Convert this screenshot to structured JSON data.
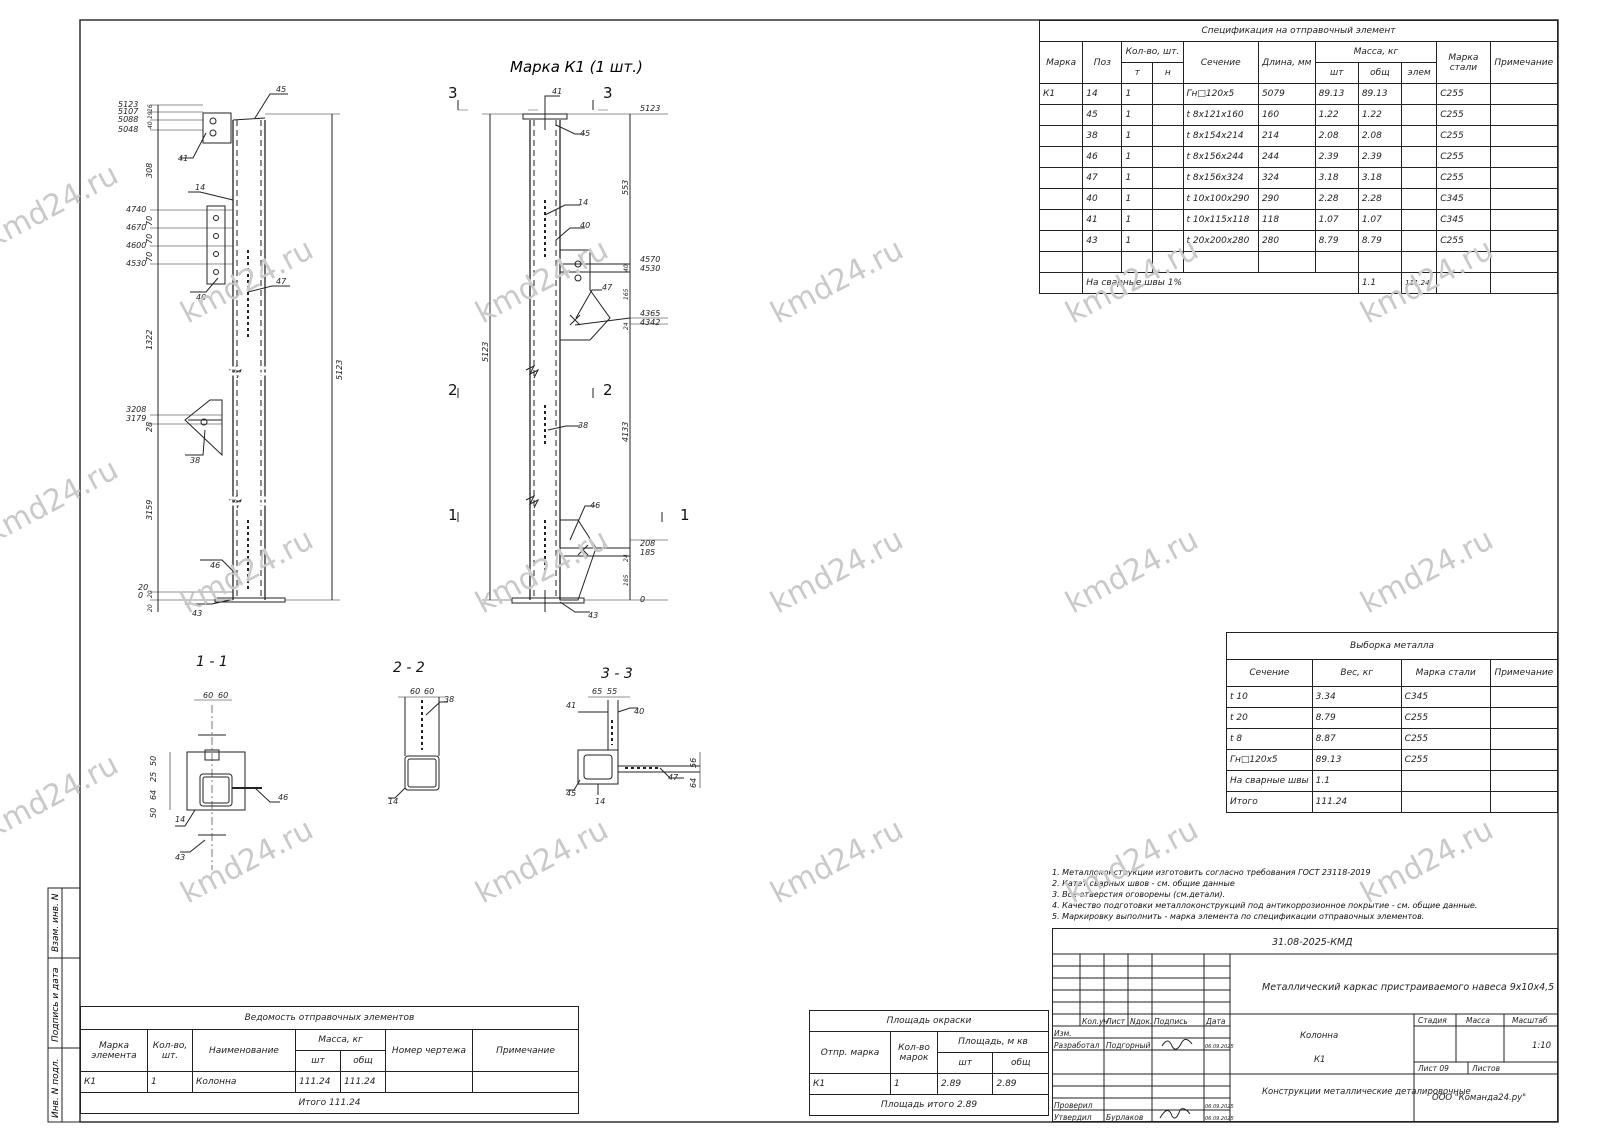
{
  "drawing": {
    "main_title": "Марка К1 (1 шт.)",
    "section_labels": [
      "1 - 1",
      "2 - 2",
      "3 - 3"
    ],
    "cut_marks": [
      "3",
      "3",
      "2",
      "2",
      "1",
      "1"
    ]
  },
  "left_view": {
    "elev_left": [
      "5123",
      "5107",
      "5088",
      "5048",
      "4740",
      "4670",
      "4600",
      "4530",
      "3208",
      "3179",
      "20",
      "0"
    ],
    "dims_left": [
      "16",
      "19",
      "40",
      "308",
      "70",
      "70",
      "70",
      "1322",
      "28",
      "3159",
      "20",
      "20"
    ],
    "overall": "5123",
    "positions": [
      "45",
      "41",
      "14",
      "40",
      "47",
      "38",
      "46",
      "43"
    ]
  },
  "right_view": {
    "elev_right": [
      "5123",
      "4570",
      "4530",
      "4365",
      "4342",
      "208",
      "185",
      "0"
    ],
    "dims_right": [
      "553",
      "40",
      "165",
      "24",
      "4133",
      "24",
      "185"
    ],
    "overall": "5123",
    "positions": [
      "41",
      "45",
      "14",
      "40",
      "47",
      "38",
      "46",
      "43"
    ]
  },
  "sections": {
    "s1": {
      "dims": [
        "60",
        "60",
        "50",
        "25",
        "64",
        "50"
      ],
      "positions": [
        "46",
        "14",
        "43"
      ]
    },
    "s2": {
      "dims": [
        "60",
        "60"
      ],
      "positions": [
        "38",
        "14"
      ]
    },
    "s3": {
      "dims": [
        "65",
        "55",
        "56",
        "64"
      ],
      "positions": [
        "41",
        "40",
        "47",
        "45",
        "14"
      ]
    }
  },
  "spec": {
    "title": "Спецификация на отправочный элемент",
    "headers": {
      "mark": "Марка",
      "pos": "Поз",
      "qty": "Кол-во, шт.",
      "qty_t": "т",
      "qty_n": "н",
      "section": "Сечение",
      "length": "Длина, мм",
      "mass": "Масса, кг",
      "mass_sht": "шт",
      "mass_obsch": "общ",
      "mass_elem": "элем",
      "steel": "Марка стали",
      "note": "Примечание"
    },
    "mark": "К1",
    "rows": [
      {
        "pos": "14",
        "qty": "1",
        "section": "Гн□120х5",
        "length": "5079",
        "sht": "89.13",
        "obsch": "89.13",
        "steel": "С255"
      },
      {
        "pos": "45",
        "qty": "1",
        "section": "t 8x121x160",
        "length": "160",
        "sht": "1.22",
        "obsch": "1.22",
        "steel": "С255"
      },
      {
        "pos": "38",
        "qty": "1",
        "section": "t 8x154x214",
        "length": "214",
        "sht": "2.08",
        "obsch": "2.08",
        "steel": "С255"
      },
      {
        "pos": "46",
        "qty": "1",
        "section": "t 8x156x244",
        "length": "244",
        "sht": "2.39",
        "obsch": "2.39",
        "steel": "С255"
      },
      {
        "pos": "47",
        "qty": "1",
        "section": "t 8x156x324",
        "length": "324",
        "sht": "3.18",
        "obsch": "3.18",
        "steel": "С255"
      },
      {
        "pos": "40",
        "qty": "1",
        "section": "t 10x100x290",
        "length": "290",
        "sht": "2.28",
        "obsch": "2.28",
        "steel": "С345"
      },
      {
        "pos": "41",
        "qty": "1",
        "section": "t 10x115x118",
        "length": "118",
        "sht": "1.07",
        "obsch": "1.07",
        "steel": "С345"
      },
      {
        "pos": "43",
        "qty": "1",
        "section": "t 20x200x280",
        "length": "280",
        "sht": "8.79",
        "obsch": "8.79",
        "steel": "С255"
      }
    ],
    "weld_label": "На сварные швы 1%",
    "weld_value": "1.1",
    "elem_total": "111.24"
  },
  "metal": {
    "title": "Выборка металла",
    "headers": [
      "Сечение",
      "Вес, кг",
      "Марка стали",
      "Примечание"
    ],
    "rows": [
      [
        "t 10",
        "3.34",
        "С345",
        ""
      ],
      [
        "t 20",
        "8.79",
        "С255",
        ""
      ],
      [
        "t 8",
        "8.87",
        "С255",
        ""
      ],
      [
        "Гн□120х5",
        "89.13",
        "С255",
        ""
      ],
      [
        "На сварные швы",
        "1.1",
        "",
        ""
      ],
      [
        "Итого",
        "111.24",
        "",
        ""
      ]
    ]
  },
  "notes": [
    "1. Металлоконструкции изготовить согласно требования ГОСТ 23118-2019",
    "2. Катет сварных швов - см. общие данные",
    "3. Все отверстия оговорены (см.детали).",
    "4. Качество подготовки металлоконструкций под антикоррозионное покрытие - см. общие данные.",
    "5. Маркировку выполнить - марка элемента по спецификации отправочных элементов."
  ],
  "shipping": {
    "title": "Ведомость отправочных элементов",
    "headers": {
      "mark": "Марка элемента",
      "qty": "Кол-во, шт.",
      "name": "Наименование",
      "mass": "Масса, кг",
      "sht": "шт",
      "obsch": "общ",
      "drawing": "Номер чертежа",
      "note": "Примечание"
    },
    "row": {
      "mark": "К1",
      "qty": "1",
      "name": "Колонна",
      "sht": "111.24",
      "obsch": "111.24"
    },
    "total": "Итого 111.24"
  },
  "paint": {
    "title": "Площадь окраски",
    "headers": {
      "mark": "Отпр. марка",
      "qty": "Кол-во марок",
      "area": "Площадь, м кв",
      "sht": "шт",
      "obsch": "общ"
    },
    "row": {
      "mark": "К1",
      "qty": "1",
      "sht": "2.89",
      "obsch": "2.89"
    },
    "total": "Площадь итого 2.89"
  },
  "stamp": {
    "code": "31.08-2025-КМД",
    "project": "Металлический каркас пристраиваемого навеса 9х10х4,5",
    "element": "Колонна",
    "element_mark": "К1",
    "doc_type": "Конструкции металлические деталировочные",
    "company": "ООО \"Команда24.ру\"",
    "labels": {
      "izm": "Изм.",
      "koluch": "Кол.уч",
      "list": "Лист",
      "ndok": "Nдок.",
      "podp": "Подпись",
      "data": "Дата",
      "razrab": "Разработал",
      "prover": "Проверил",
      "utverd": "Утвердил",
      "stadia": "Стадия",
      "massa": "Масса",
      "masshtab": "Масштаб",
      "list_no": "Лист 09",
      "listov": "Листов"
    },
    "developer": "Подгорный",
    "approver": "Бурлаков",
    "date1": "06.09.2025",
    "date2": "06.09.2025",
    "date3": "06.09.2025",
    "scale": "1:10"
  },
  "side_labels": [
    "Взам. инв. N",
    "Подпись и дата",
    "Инв. N подл."
  ],
  "watermark": "kmd24.ru"
}
